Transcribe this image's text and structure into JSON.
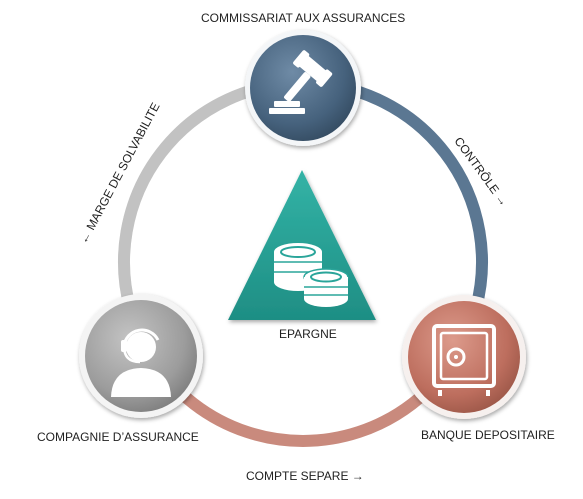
{
  "nodes": {
    "top": {
      "label": "COMMISSARIAT AUX ASSURANCES",
      "icon": "gavel-icon",
      "color": "#4d6b86"
    },
    "left": {
      "label": "COMPAGNIE D’ASSURANCE",
      "icon": "operator-headset-icon",
      "color": "#a6a6a6"
    },
    "right": {
      "label": "BANQUE DEPOSITAIRE",
      "icon": "safe-icon",
      "color": "#c47a6b"
    },
    "center": {
      "label": "EPARGNE",
      "icon": "coins-icon",
      "color": "#2aa59a"
    }
  },
  "edges": {
    "top_right": {
      "label": "CONTRÔLE →",
      "color": "#5b7792"
    },
    "bottom": {
      "label": "COMPTE SEPARE →",
      "color": "#c98a7d"
    },
    "left_top": {
      "label": "← MARGE DE SOLVABILITE",
      "color": "#b8b8b8"
    }
  }
}
